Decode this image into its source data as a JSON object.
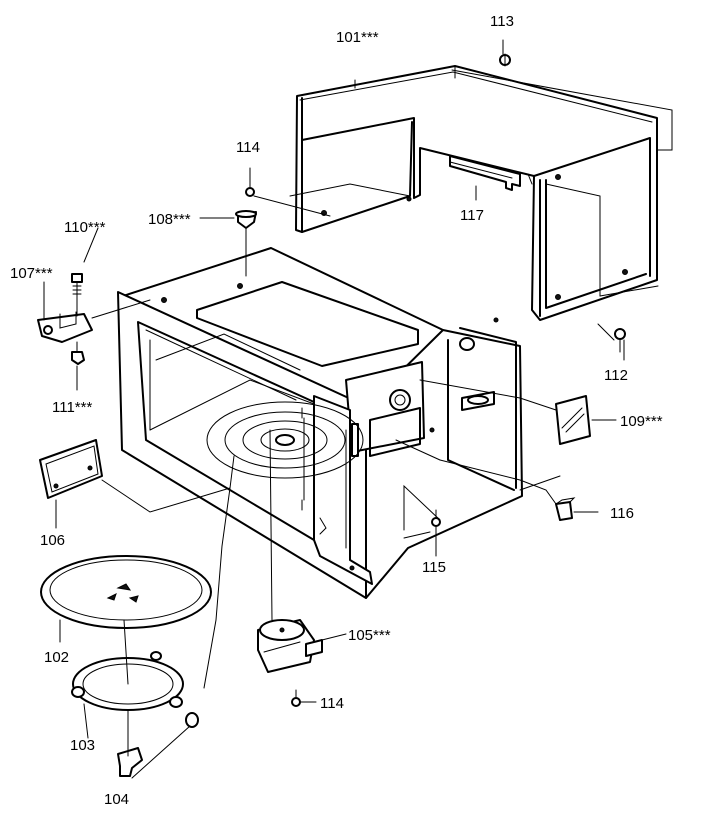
{
  "labels": {
    "l101": "101***",
    "l102": "102",
    "l103": "103",
    "l104": "104",
    "l105": "105***",
    "l106": "106",
    "l107": "107***",
    "l108": "108***",
    "l109": "109***",
    "l110": "110***",
    "l111": "111***",
    "l112": "112",
    "l113": "113",
    "l114a": "114",
    "l114b": "114",
    "l115": "115",
    "l116": "116",
    "l117": "117"
  }
}
